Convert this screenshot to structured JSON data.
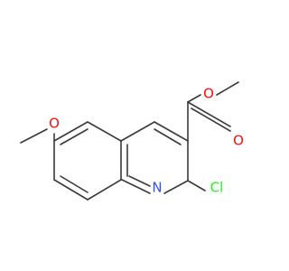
{
  "molecule": {
    "atoms": {
      "o_ester_single": {
        "symbol": "O",
        "color": "#ff0d0d"
      },
      "o_ester_double": {
        "symbol": "O",
        "color": "#ff0d0d"
      },
      "o_methoxy": {
        "symbol": "O",
        "color": "#ff0d0d"
      },
      "n_ring": {
        "symbol": "N",
        "color": "#3050f8"
      },
      "cl": {
        "symbol": "Cl",
        "color": "#1ff01f"
      }
    },
    "bond_color": "#3a3a3a"
  }
}
